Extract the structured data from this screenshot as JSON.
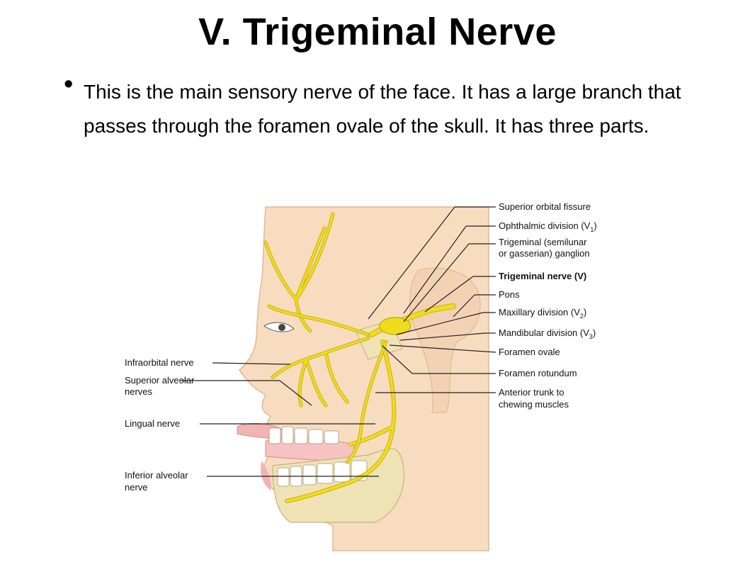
{
  "slide": {
    "title": "V. Trigeminal Nerve",
    "bullet": "This is the main sensory nerve of the face. It has a large branch that passes through the foramen ovale of the skull. It has three parts."
  },
  "diagram": {
    "labels_right": {
      "superior_orbital_fissure": "Superior orbital fissure",
      "ophthalmic_division": "Ophthalmic division (V",
      "ophthalmic_sub": "1",
      "trigeminal_ganglion_1": "Trigeminal (semilunar",
      "trigeminal_ganglion_2": "or gasserian) ganglion",
      "trigeminal_nerve": "Trigeminal nerve (V)",
      "pons": "Pons",
      "maxillary_division": "Maxillary division (V",
      "maxillary_sub": "2",
      "mandibular_division": "Mandibular division (V",
      "mandibular_sub": "3",
      "foramen_ovale": "Foramen ovale",
      "foramen_rotundum": "Foramen rotundum",
      "anterior_trunk_1": "Anterior trunk to",
      "anterior_trunk_2": "chewing muscles"
    },
    "labels_left": {
      "infraorbital_nerve": "Infraorbital nerve",
      "superior_alveolar_1": "Superior alveolar",
      "superior_alveolar_2": "nerves",
      "lingual_nerve": "Lingual nerve",
      "inferior_alveolar_1": "Inferior alveolar",
      "inferior_alveolar_2": "nerve"
    },
    "colors": {
      "skin": "#f8dcc0",
      "nerve": "#f1dc1c",
      "bone": "#efe3b6",
      "lips": "#f2b3b3"
    }
  }
}
